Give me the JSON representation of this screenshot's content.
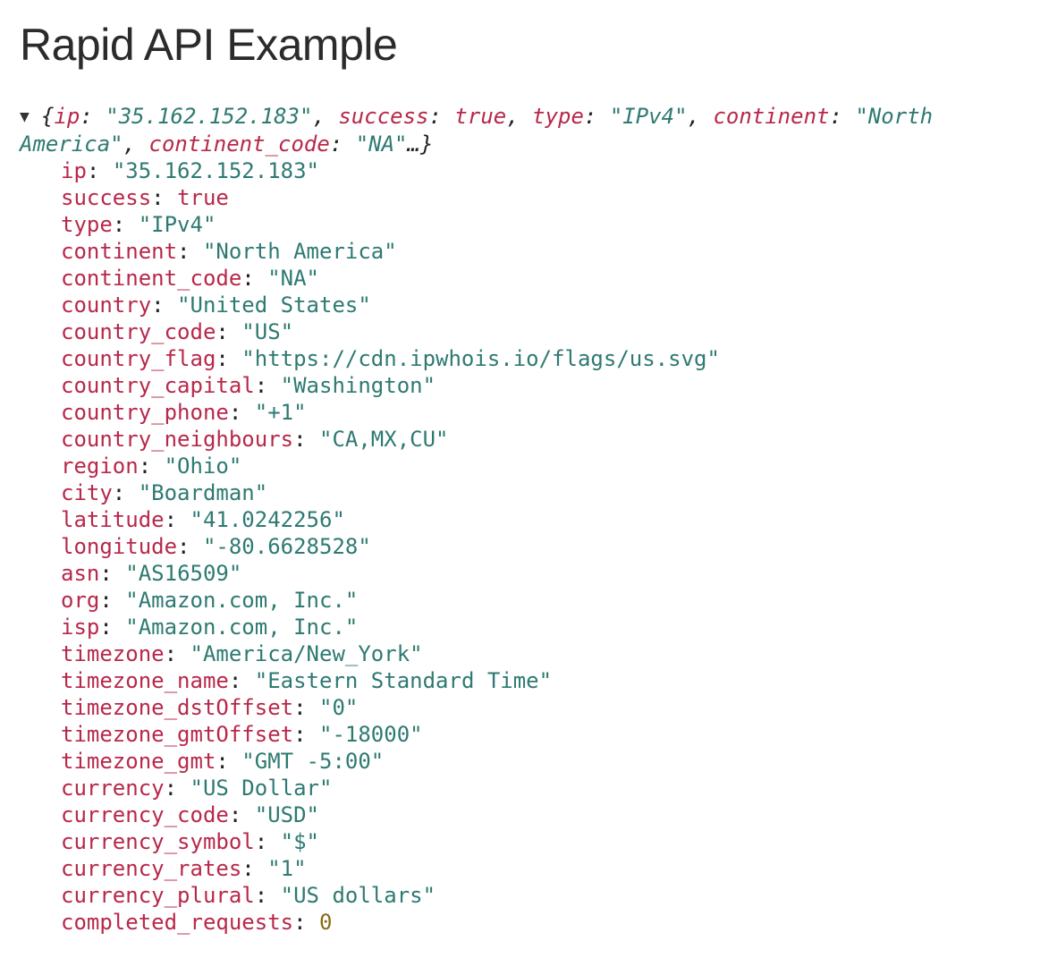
{
  "page": {
    "title": "Rapid API Example"
  },
  "summary": {
    "toggle_glyph": "▼",
    "open_brace": "{",
    "items": [
      {
        "key": "ip",
        "value": "\"35.162.152.183\"",
        "kind": "str"
      },
      {
        "key": "success",
        "value": "true",
        "kind": "bool"
      },
      {
        "key": "type",
        "value": "\"IPv4\"",
        "kind": "str"
      },
      {
        "key": "continent",
        "value": "\"North America\"",
        "kind": "str"
      },
      {
        "key": "continent_code",
        "value": "\"NA\"",
        "kind": "str"
      }
    ],
    "ellipsis_close": "…}"
  },
  "entries": [
    {
      "key": "ip",
      "value": "\"35.162.152.183\"",
      "kind": "str"
    },
    {
      "key": "success",
      "value": "true",
      "kind": "bool"
    },
    {
      "key": "type",
      "value": "\"IPv4\"",
      "kind": "str"
    },
    {
      "key": "continent",
      "value": "\"North America\"",
      "kind": "str"
    },
    {
      "key": "continent_code",
      "value": "\"NA\"",
      "kind": "str"
    },
    {
      "key": "country",
      "value": "\"United States\"",
      "kind": "str"
    },
    {
      "key": "country_code",
      "value": "\"US\"",
      "kind": "str"
    },
    {
      "key": "country_flag",
      "value": "\"https://cdn.ipwhois.io/flags/us.svg\"",
      "kind": "str"
    },
    {
      "key": "country_capital",
      "value": "\"Washington\"",
      "kind": "str"
    },
    {
      "key": "country_phone",
      "value": "\"+1\"",
      "kind": "str"
    },
    {
      "key": "country_neighbours",
      "value": "\"CA,MX,CU\"",
      "kind": "str"
    },
    {
      "key": "region",
      "value": "\"Ohio\"",
      "kind": "str"
    },
    {
      "key": "city",
      "value": "\"Boardman\"",
      "kind": "str"
    },
    {
      "key": "latitude",
      "value": "\"41.0242256\"",
      "kind": "str"
    },
    {
      "key": "longitude",
      "value": "\"-80.6628528\"",
      "kind": "str"
    },
    {
      "key": "asn",
      "value": "\"AS16509\"",
      "kind": "str"
    },
    {
      "key": "org",
      "value": "\"Amazon.com, Inc.\"",
      "kind": "str"
    },
    {
      "key": "isp",
      "value": "\"Amazon.com, Inc.\"",
      "kind": "str"
    },
    {
      "key": "timezone",
      "value": "\"America/New_York\"",
      "kind": "str"
    },
    {
      "key": "timezone_name",
      "value": "\"Eastern Standard Time\"",
      "kind": "str"
    },
    {
      "key": "timezone_dstOffset",
      "value": "\"0\"",
      "kind": "str"
    },
    {
      "key": "timezone_gmtOffset",
      "value": "\"-18000\"",
      "kind": "str"
    },
    {
      "key": "timezone_gmt",
      "value": "\"GMT -5:00\"",
      "kind": "str"
    },
    {
      "key": "currency",
      "value": "\"US Dollar\"",
      "kind": "str"
    },
    {
      "key": "currency_code",
      "value": "\"USD\"",
      "kind": "str"
    },
    {
      "key": "currency_symbol",
      "value": "\"$\"",
      "kind": "str"
    },
    {
      "key": "currency_rates",
      "value": "\"1\"",
      "kind": "str"
    },
    {
      "key": "currency_plural",
      "value": "\"US dollars\"",
      "kind": "str"
    },
    {
      "key": "completed_requests",
      "value": "0",
      "kind": "num"
    }
  ],
  "colors": {
    "key": "#b8284a",
    "string": "#2e7a72",
    "number": "#8a6a18",
    "text": "#222222"
  }
}
